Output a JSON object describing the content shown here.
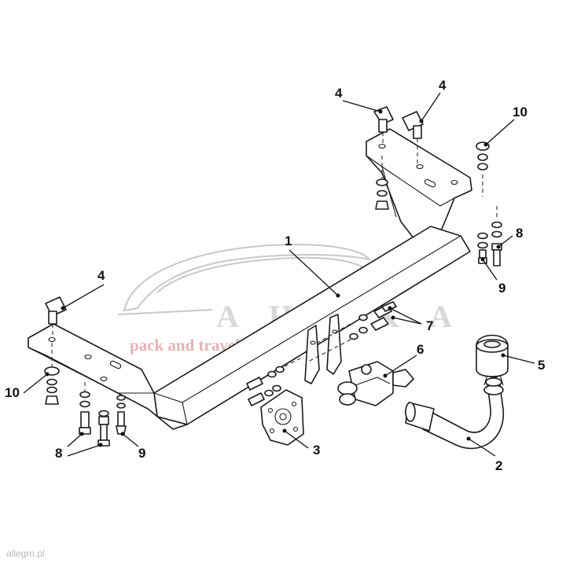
{
  "callouts": {
    "frame_bar": "1",
    "ball_neck": "2",
    "socket_plate": "3",
    "bracket_left": "4",
    "bracket_right_a": "4",
    "bracket_right_b": "4",
    "ball_cover": "5",
    "electrical_socket": "6",
    "bolt_set": "7",
    "bolt_left": "8",
    "bolt_right": "8",
    "nut_left": "9",
    "nut_right": "9",
    "washer_left": "10",
    "washer_right": "10"
  },
  "watermark": {
    "brand": "AHAKA",
    "slogan": "pack and travel"
  },
  "seller_mark": "allegro.pl"
}
